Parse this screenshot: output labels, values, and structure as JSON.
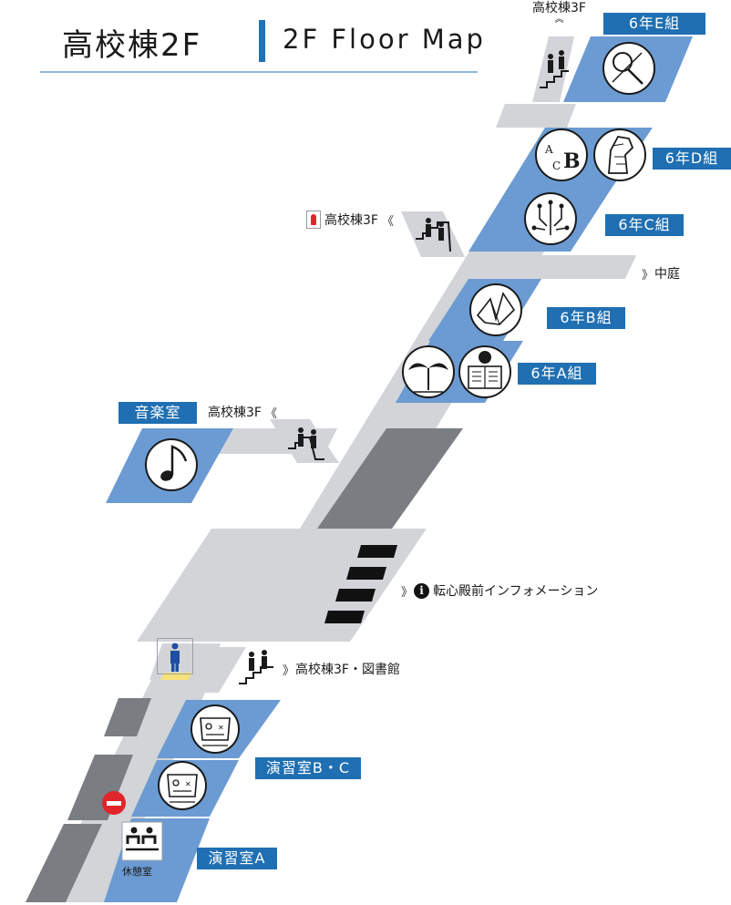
{
  "header": {
    "title_jp": "高校棟2F",
    "title_en": "2F Floor Map"
  },
  "rooms": {
    "grade6_e": "6年E組",
    "grade6_d": "6年D組",
    "grade6_c": "6年C組",
    "grade6_b": "6年B組",
    "grade6_a": "6年A組",
    "music": "音楽室",
    "seminar_bc": "演習室B・C",
    "seminar_a": "演習室A",
    "lounge": "休憩室"
  },
  "navigation": {
    "to_3f_top": "高校棟3F",
    "to_3f_restroom": "高校棟3F",
    "to_courtyard": "中庭",
    "to_3f_music": "高校棟3F",
    "to_info": "転心殿前インフォメーション",
    "to_3f_library": "高校棟3F・図書館"
  },
  "colors": {
    "room_blue": "#6b9bd2",
    "label_blue": "#1f6fb2",
    "corridor_gray": "#d2d4d8",
    "dark_gray": "#7a7d82",
    "accent_yellow": "#f7e27a",
    "no_entry_red": "#e0262b"
  },
  "icons": {
    "grade6_e": "tennis-racket-icon",
    "grade6_d_left": "abc-letters-icon",
    "grade6_d_right": "horse-head-icon",
    "grade6_c": "circuit-icon",
    "grade6_b": "paper-crane-icon",
    "grade6_a_left": "sprout-icon",
    "grade6_a_right": "newspaper-reader-icon",
    "music": "music-note-icon",
    "seminar_b": "robot-face-icon",
    "seminar_c": "robot-face-icon",
    "lounge": "lounge-seats-icon",
    "restroom": "restroom-male-icon",
    "stairs": "stairs-people-icon",
    "info": "info-icon",
    "no_entry": "no-entry-icon"
  }
}
